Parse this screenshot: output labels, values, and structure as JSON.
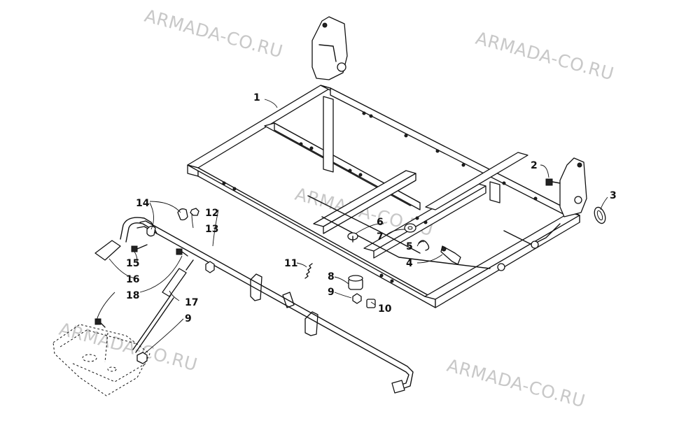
{
  "watermark": "ARMADA-CO.RU",
  "colors": {
    "line": "#111111",
    "watermark": "#c8c8c8",
    "background": "#ffffff"
  },
  "callouts": {
    "c1": "1",
    "c2": "2",
    "c3": "3",
    "c4": "4",
    "c5": "5",
    "c6": "6",
    "c7": "7",
    "c8": "8",
    "c9a": "9",
    "c9b": "9",
    "c10": "10",
    "c11": "11",
    "c12": "12",
    "c13": "13",
    "c14": "14",
    "c15": "15",
    "c16": "16",
    "c17": "17",
    "c18": "18"
  }
}
